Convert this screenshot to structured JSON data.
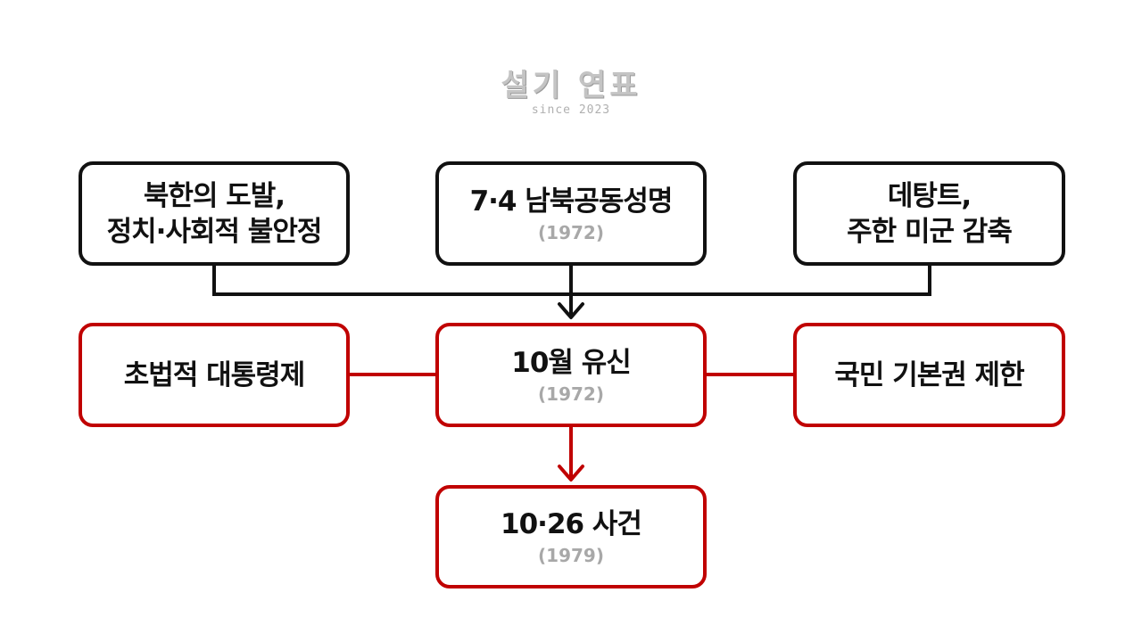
{
  "logo": {
    "title": "설기 연표",
    "subtitle": "since 2023"
  },
  "causes": [
    {
      "line1": "북한의 도발,",
      "line2": "정치·사회적 불안정"
    },
    {
      "line1": "7·4 남북공동성명",
      "year": "(1972)"
    },
    {
      "line1": "데탕트,",
      "line2": "주한 미군 감축"
    }
  ],
  "center": {
    "title": "10월 유신",
    "year": "(1972)"
  },
  "features": {
    "left": "초법적 대통령제",
    "right": "국민 기본권 제한"
  },
  "result": {
    "title": "10·26 사건",
    "year": "(1979)"
  },
  "colors": {
    "red": "#c00000",
    "black": "#111111",
    "year_gray": "#a8a8a8"
  }
}
